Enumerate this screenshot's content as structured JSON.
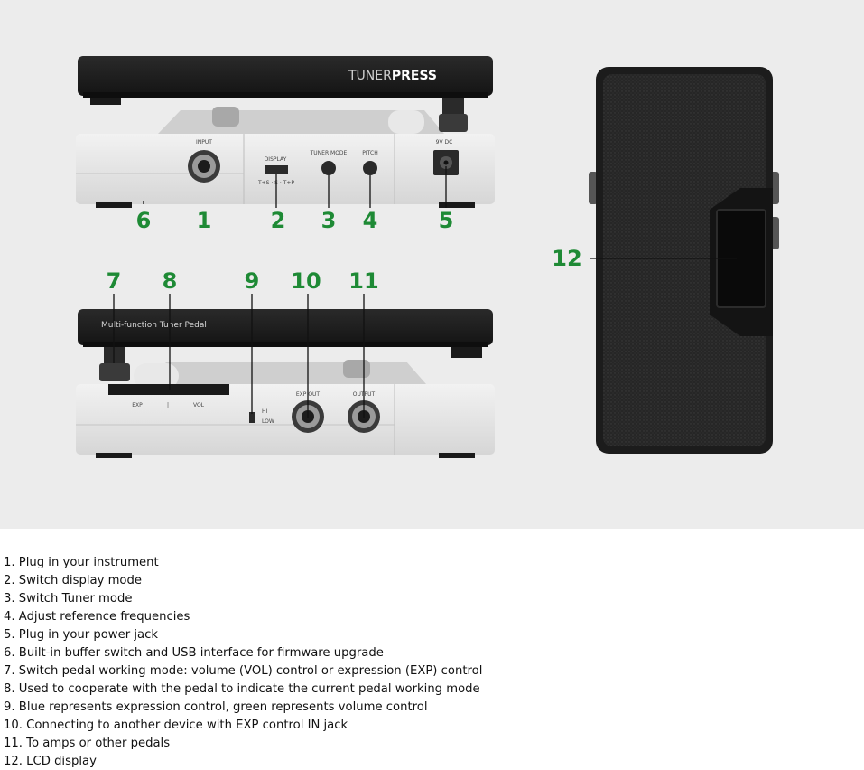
{
  "product": {
    "brand_regular": "TUNER",
    "brand_bold": "PRESS",
    "side_caption": "Multi-function Tuner Pedal"
  },
  "front_panel_labels": {
    "input": "INPUT",
    "display": "DISPLAY",
    "display_modes": "T+S · S · T+P",
    "tuner_mode": "TUNER MODE",
    "pitch": "PITCH",
    "power": "9V DC"
  },
  "back_panel_labels": {
    "exp": "EXP",
    "divider": "|",
    "vol": "VOL",
    "hi": "HI",
    "low": "LOW",
    "exp_out": "EXP OUT",
    "output": "OUTPUT"
  },
  "callout_numbers": [
    "1",
    "2",
    "3",
    "4",
    "5",
    "6",
    "7",
    "8",
    "9",
    "10",
    "11",
    "12"
  ],
  "features": [
    "1. Plug in your instrument",
    "2. Switch display mode",
    "3. Switch Tuner mode",
    "4. Adjust reference frequencies",
    "5. Plug in your power jack",
    "6. Built-in buffer switch and USB interface for firmware upgrade",
    "7. Switch pedal working mode: volume (VOL) control or expression (EXP) control",
    "8. Used to cooperate with the pedal to indicate the current pedal working mode",
    "9. Blue represents expression control, green represents volume control",
    "10. Connecting to another device with EXP control IN jack",
    "11. To amps or other pedals",
    "12. LCD display"
  ],
  "colors": {
    "callout_green": "#1e8a35",
    "background": "#ececec",
    "pedal_top": "#1f1f1f",
    "pedal_body": "#e4e4e4"
  }
}
